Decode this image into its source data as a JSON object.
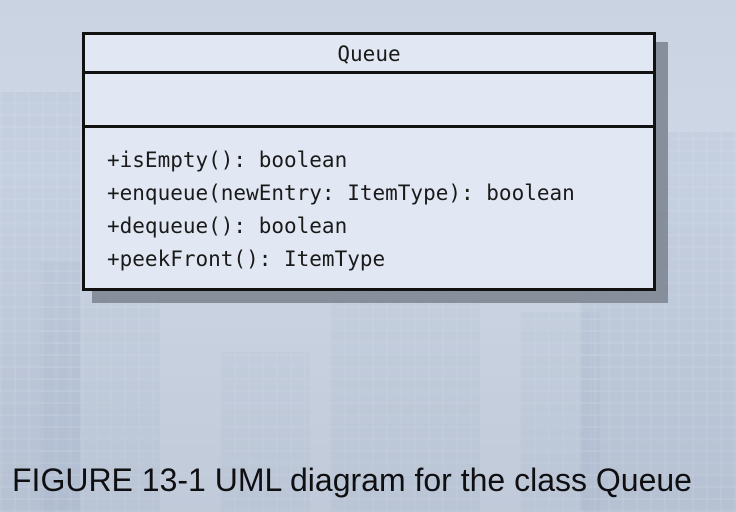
{
  "diagram": {
    "class_name": "Queue",
    "attributes": [],
    "operations": [
      "+isEmpty(): boolean",
      "+enqueue(newEntry: ItemType): boolean",
      "+dequeue(): boolean",
      "+peekFront(): ItemType"
    ]
  },
  "caption": "FIGURE 13-1 UML diagram for the class Queue"
}
